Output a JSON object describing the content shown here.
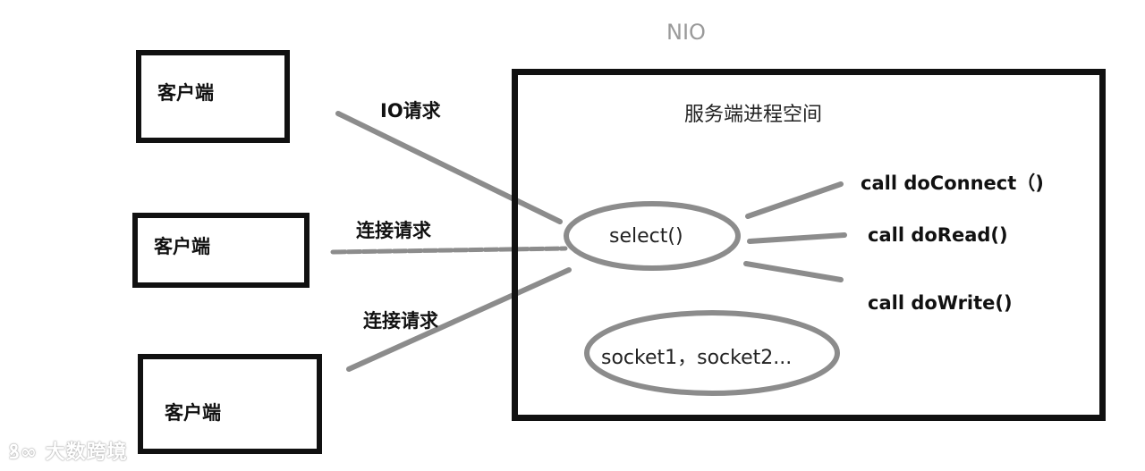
{
  "diagram": {
    "title": "NIO",
    "clients": [
      {
        "label": "客户端"
      },
      {
        "label": "客户端"
      },
      {
        "label": "客户端"
      }
    ],
    "edges": [
      {
        "label": "IO请求"
      },
      {
        "label": "连接请求"
      },
      {
        "label": "连接请求"
      }
    ],
    "server": {
      "label": "服务端进程空间",
      "selector": "select()",
      "sockets": "socket1，socket2...",
      "calls": [
        "call doConnect（)",
        "call doRead()",
        "call doWrite()"
      ]
    },
    "watermark": "大数跨境",
    "colors": {
      "line": "#8c8c8c",
      "border": "#111111",
      "text": "#111111"
    }
  }
}
